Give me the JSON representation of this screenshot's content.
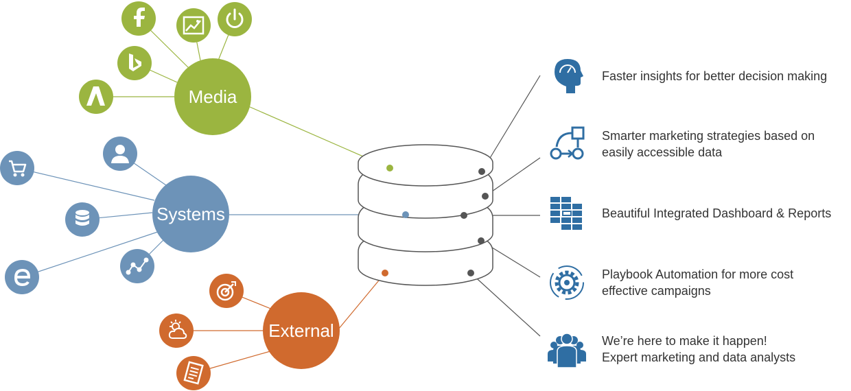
{
  "colors": {
    "media": "#9bb540",
    "systems": "#6d93b8",
    "external": "#d06a2e",
    "connector": "#555555",
    "benefit_icon": "#2f6ea3",
    "db_stroke": "#555555"
  },
  "hubs": {
    "media": {
      "label": "Media"
    },
    "systems": {
      "label": "Systems"
    },
    "external": {
      "label": "External"
    }
  },
  "sources": {
    "media": [
      "facebook-icon",
      "chart-image-icon",
      "power-icon",
      "bing-icon",
      "adwords-icon"
    ],
    "systems": [
      "user-icon",
      "cart-icon",
      "database-icon",
      "analytics-icon",
      "ie-icon"
    ],
    "external": [
      "target-icon",
      "weather-icon",
      "document-icon"
    ]
  },
  "benefits": [
    {
      "icon": "head-gauge-icon",
      "lines": [
        "Faster insights for better decision making"
      ]
    },
    {
      "icon": "workflow-icon",
      "lines": [
        "Smarter marketing strategies based on",
        "easily accessible data"
      ]
    },
    {
      "icon": "dashboard-grid-icon",
      "lines": [
        "Beautiful Integrated Dashboard & Reports"
      ]
    },
    {
      "icon": "gear-automation-icon",
      "lines": [
        "Playbook Automation for more cost",
        "effective campaigns"
      ]
    },
    {
      "icon": "team-icon",
      "lines": [
        "We’re here to make it happen!",
        "Expert marketing and data analysts"
      ]
    }
  ]
}
